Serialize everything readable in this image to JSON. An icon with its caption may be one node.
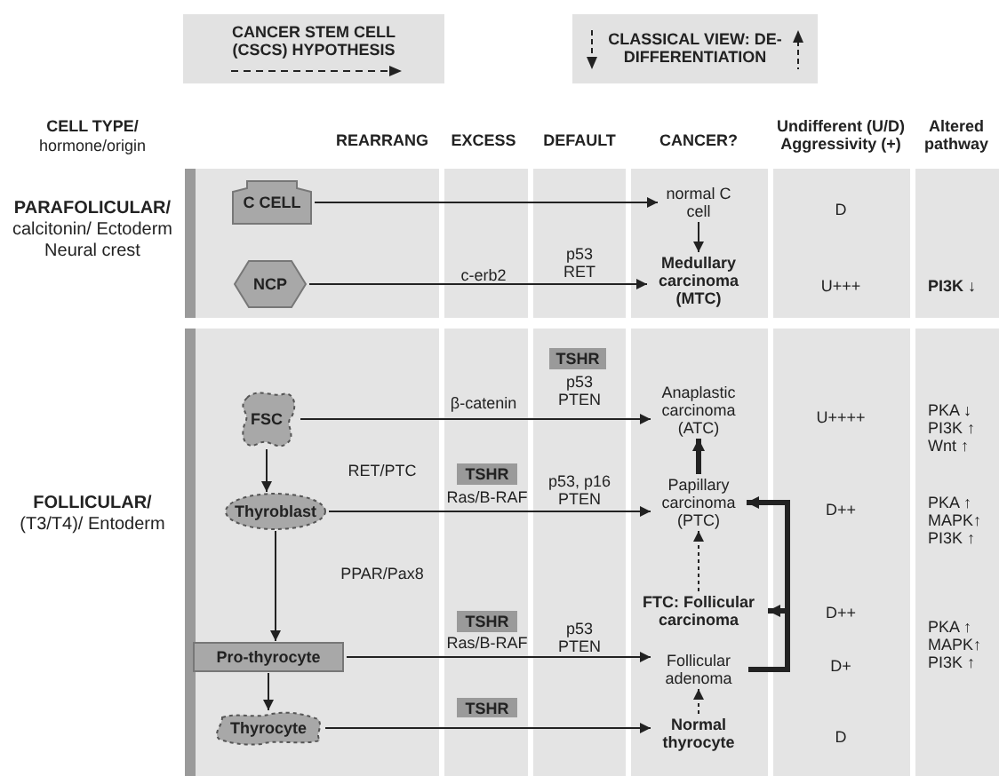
{
  "diagram": {
    "nodes": [
      {
        "text": [
          "PARAFOLICULAR/",
          "calcitonin/ Ectoderm Neural crest"
        ]
      },
      {
        "text": [
          "C CELL"
        ],
        "in": 0
      },
      {
        "text": [
          "NCP"
        ],
        "in": 0
      },
      {
        "text": [
          "normal C cell"
        ],
        "in": 0
      },
      {
        "text": [
          "Medullary carcinoma (MTC)"
        ],
        "in": 0
      },
      {
        "text": [
          "FOLLICULAR/",
          "(T3/T4)/ Entoderm"
        ]
      },
      {
        "text": [
          "FSC"
        ],
        "in": 5
      },
      {
        "text": [
          "Thyroblast"
        ],
        "in": 5
      },
      {
        "text": [
          "Pro-thyrocyte"
        ],
        "in": 5
      },
      {
        "text": [
          "Thyrocyte"
        ],
        "in": 5
      },
      {
        "text": [
          "TSHR"
        ],
        "in": 5
      },
      {
        "text": [
          "TSHR"
        ],
        "in": 5
      },
      {
        "text": [
          "TSHR"
        ],
        "in": 5
      },
      {
        "text": [
          "TSHR"
        ],
        "in": 5
      },
      {
        "text": [
          "Anaplastic carcinoma (ATC)"
        ],
        "in": 5
      },
      {
        "text": [
          "Papillary carcinoma (PTC)"
        ],
        "in": 5
      },
      {
        "text": [
          "FTC: Follicular carcinoma"
        ],
        "in": 5
      },
      {
        "text": [
          "Follicular adenoma"
        ],
        "in": 5
      },
      {
        "text": [
          "Normal thyrocyte"
        ],
        "in": 5
      }
    ],
    "edges": [
      {
        "from": 1,
        "to": 3,
        "arrow": "to"
      },
      {
        "from": 2,
        "to": 4,
        "arrow": "to"
      },
      {
        "from": 3,
        "to": 4,
        "arrow": "to"
      },
      {
        "from": 6,
        "to": 14,
        "arrow": "to"
      },
      {
        "from": 7,
        "to": 15,
        "arrow": "to"
      },
      {
        "from": 8,
        "to": 17,
        "arrow": "to"
      },
      {
        "from": 9,
        "to": 18,
        "arrow": "to"
      },
      {
        "from": 6,
        "to": 7,
        "arrow": "to"
      },
      {
        "from": 7,
        "to": 8,
        "arrow": "to"
      },
      {
        "from": 8,
        "to": 9,
        "arrow": "to"
      },
      {
        "from": 15,
        "to": 14,
        "arrow": "to",
        "style": "thick"
      },
      {
        "from": 16,
        "to": 15,
        "arrow": "to",
        "style": "dashed"
      },
      {
        "from": 18,
        "to": 17,
        "arrow": "to",
        "style": "dashed"
      },
      {
        "from": 17,
        "to": 15,
        "arrow": "to",
        "style": "thick"
      },
      {
        "from": 17,
        "to": 16,
        "arrow": "to",
        "style": "thick"
      }
    ],
    "labels": [
      "CELL TYPE/",
      "hormone/origin",
      "REARRANG",
      "EXCESS",
      "DEFAULT",
      "CANCER?",
      "Undifferent (U/D) Aggressivity (+)",
      "Altered pathway",
      "D",
      "c-erb2",
      "p53 RET",
      "U+++",
      "PI3K ↓",
      "β-catenin",
      "p53 PTEN",
      "U++++",
      "PKA ↓",
      "PI3K ↑",
      "Wnt ↑",
      "RET/PTC",
      "Ras/B-RAF",
      "p53, p16 PTEN",
      "D++",
      "PKA ↑",
      "MAPK↑",
      "PI3K ↑",
      "PPAR/Pax8",
      "D++",
      "Ras/B-RAF",
      "p53 PTEN",
      "D+",
      "PKA ↑",
      "MAPK↑",
      "PI3K ↑",
      "D"
    ],
    "legend": [
      {
        "text": "CANCER STEM CELL (CSCS) HYPOTHESIS"
      },
      {
        "text": "CLASSICAL VIEW: DE-DIFFERENTIATION"
      }
    ]
  }
}
